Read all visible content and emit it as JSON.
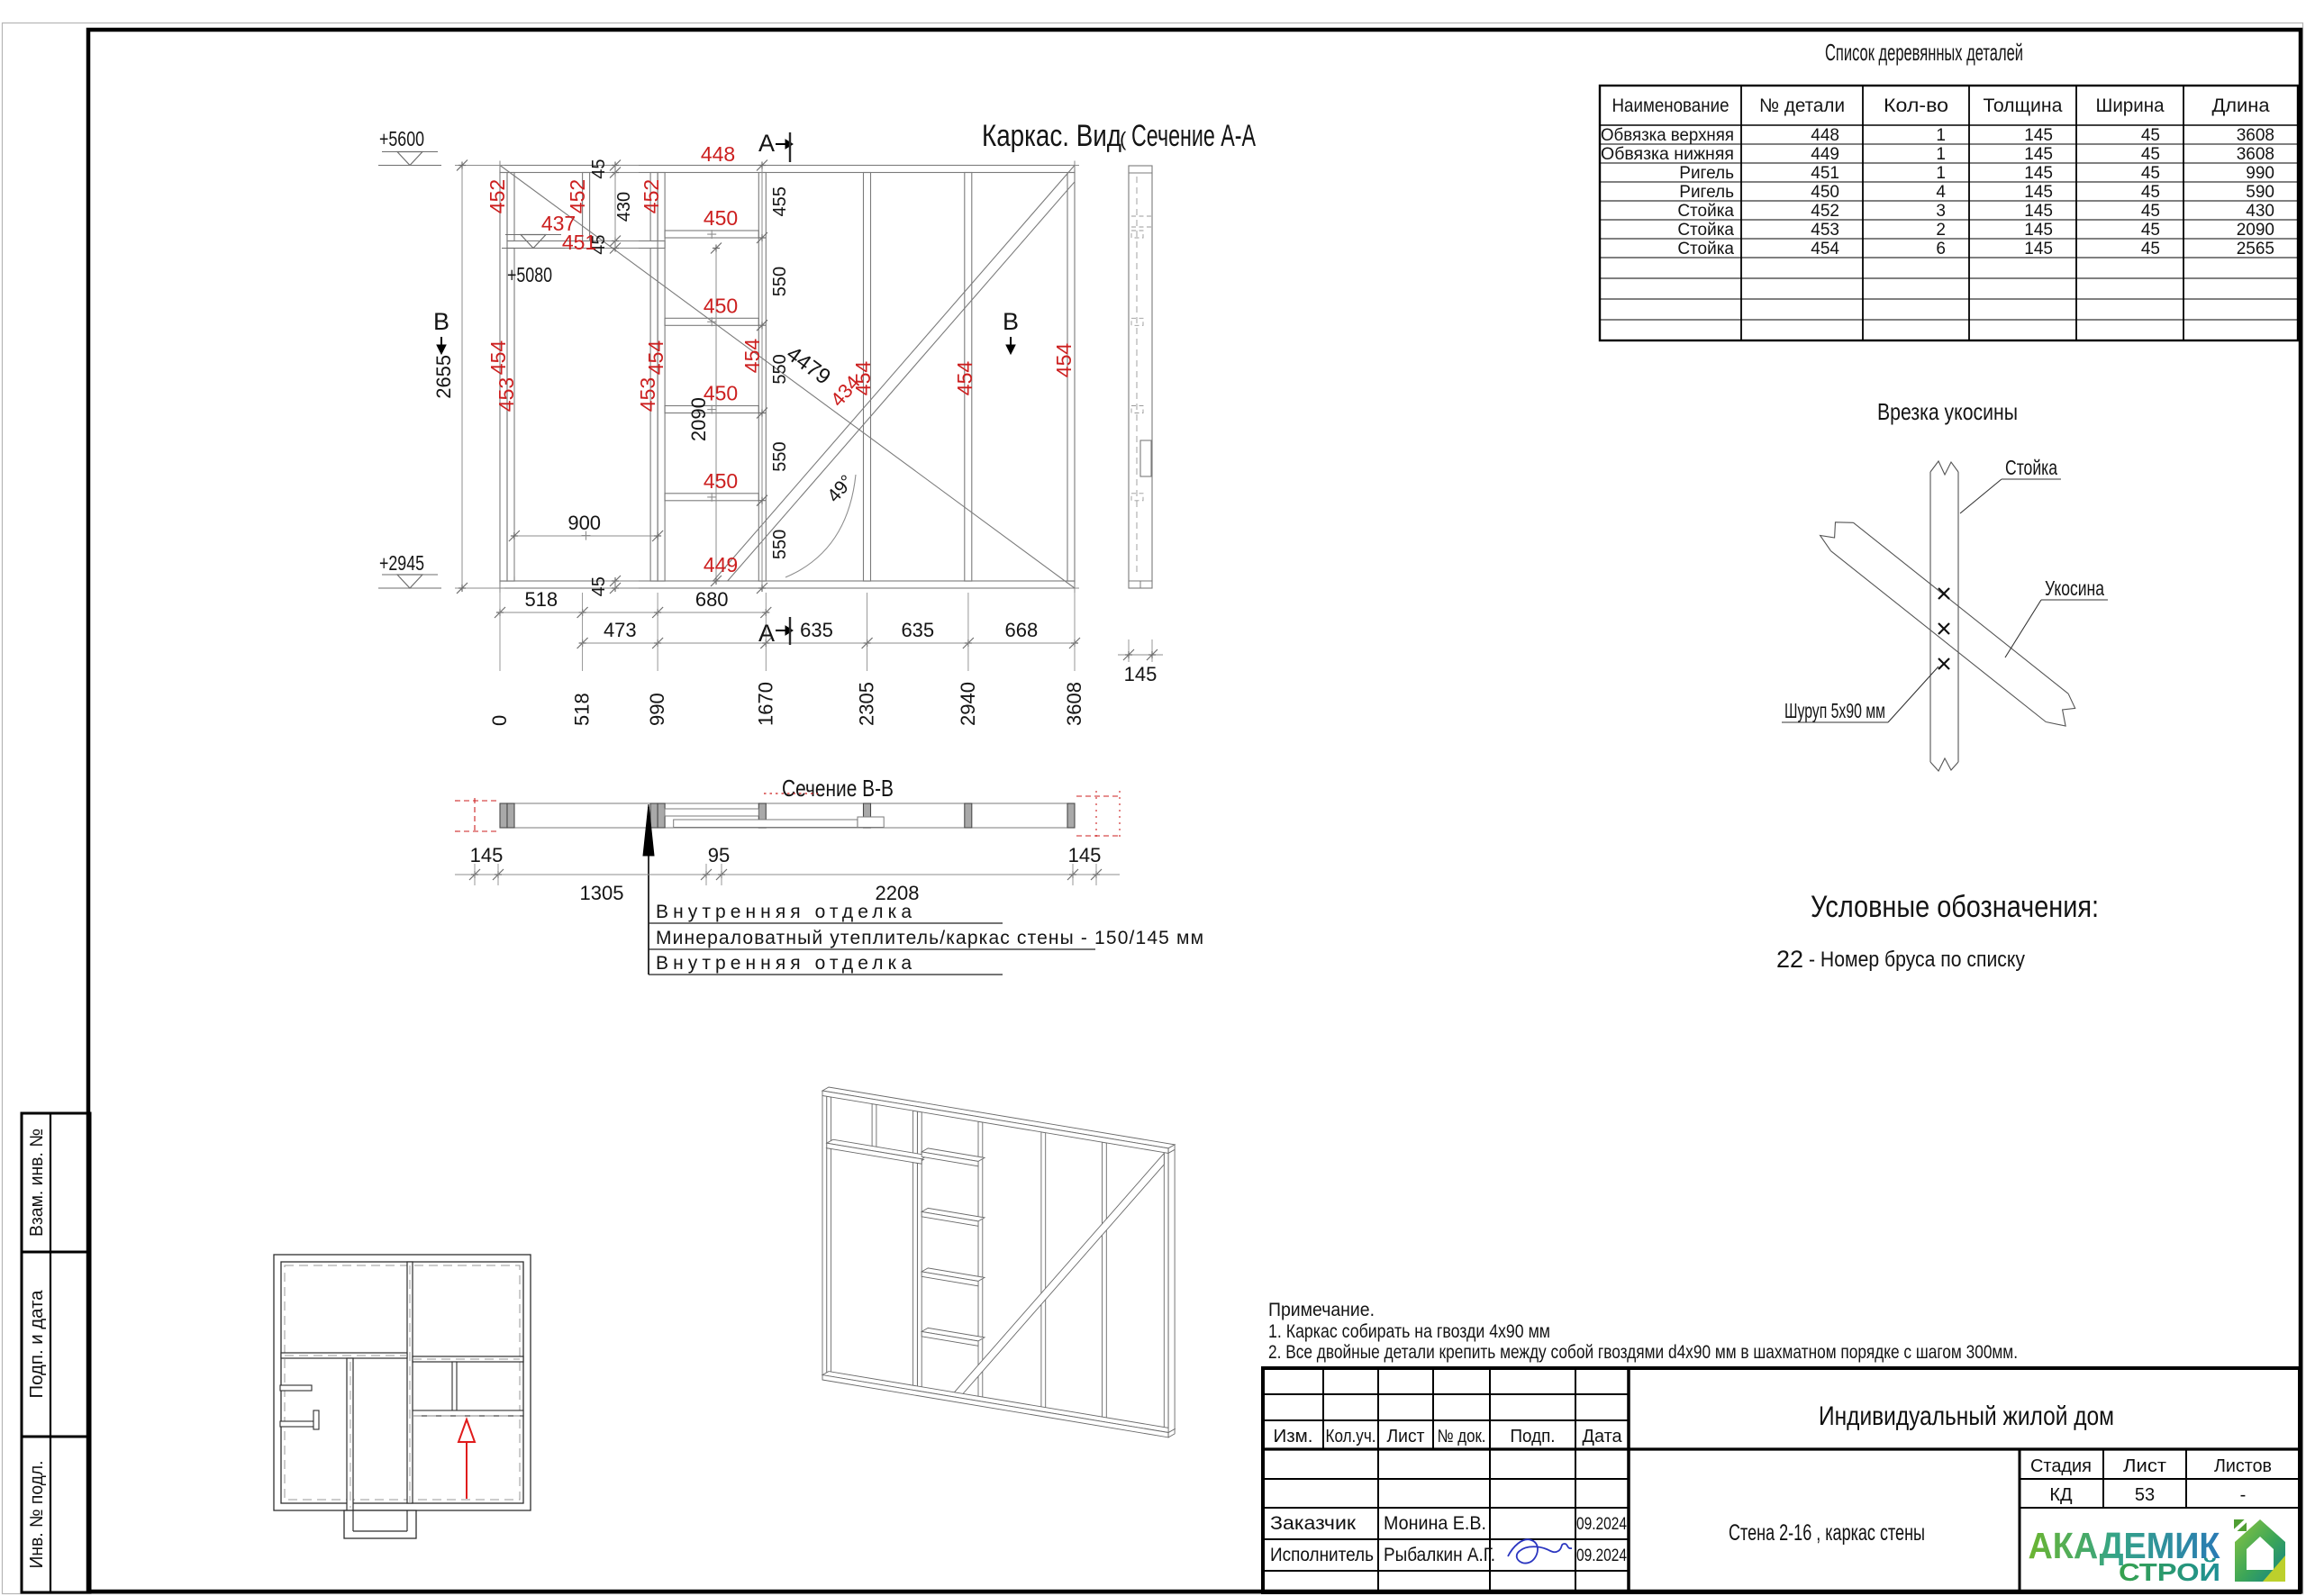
{
  "sheet": {
    "doc_type": "КД",
    "sheet_number": "53"
  },
  "frame_view": {
    "title": "Каркас. Вид",
    "title_artifact": "(",
    "elev_top": "+5600",
    "elev_mid": "+5080",
    "elev_bottom": "+2945",
    "dim_height": "2655",
    "dim_45": "45",
    "dim_430": "430",
    "dim_455": "455",
    "dim_550": "550",
    "dim_900": "900",
    "dim_2090": "2090",
    "dim_518": "518",
    "dim_680": "680",
    "dim_473": "473",
    "dim_635": "635",
    "dim_668": "668",
    "coords": [
      "0",
      "518",
      "990",
      "1670",
      "2305",
      "2940",
      "3608"
    ],
    "dim_diag": "4479",
    "angle": "49°",
    "p448": "448",
    "p449": "449",
    "p450": "450",
    "p451": "451",
    "p452": "452",
    "p453": "453",
    "p454": "454",
    "p437": "437",
    "p434": "434",
    "mark_a": "A",
    "mark_b": "B"
  },
  "section_aa": {
    "title": "Сечение А-А",
    "dim_145": "145"
  },
  "section_bb": {
    "title": "Сечение В-В",
    "dim_145": "145",
    "dim_1305": "1305",
    "dim_95": "95",
    "dim_2208": "2208",
    "leader1": "Внутренняя отделка",
    "leader2": "Минераловатный утеплитель/каркас стены -  150/145 мм",
    "leader3": "Внутренняя отделка"
  },
  "brace_detail": {
    "title": "Врезка укосины",
    "label_stud": "Стойка",
    "label_brace": "Укосина",
    "label_screw": "Шуруп 5х90 мм"
  },
  "legend": {
    "title": "Условные обозначения:",
    "num": "22",
    "text": "-  Номер  бруса по списку"
  },
  "notes": {
    "title": "Примечание.",
    "n1": "1. Каркас собирать на гвозди 4х90 мм",
    "n2": "2. Все двойные детали крепить между собой гвоздями d4х90 мм в шахматном порядке с шагом 300мм."
  },
  "parts_table": {
    "title": "Список деревянных деталей",
    "headers": [
      "Наименование",
      "№ детали",
      "Кол-во",
      "Толщина",
      "Ширина",
      "Длина"
    ],
    "rows": [
      [
        "Обвязка верхняя",
        "448",
        "1",
        "145",
        "45",
        "3608"
      ],
      [
        "Обвязка нижняя",
        "449",
        "1",
        "145",
        "45",
        "3608"
      ],
      [
        "Ригель",
        "451",
        "1",
        "145",
        "45",
        "990"
      ],
      [
        "Ригель",
        "450",
        "4",
        "145",
        "45",
        "590"
      ],
      [
        "Стойка",
        "452",
        "3",
        "145",
        "45",
        "430"
      ],
      [
        "Стойка",
        "453",
        "2",
        "145",
        "45",
        "2090"
      ],
      [
        "Стойка",
        "454",
        "6",
        "145",
        "45",
        "2565"
      ]
    ]
  },
  "title_block": {
    "c_izm": "Изм.",
    "c_kol": "Кол.уч.",
    "c_list": "Лист",
    "c_ndok": "№ док.",
    "c_podp": "Подп.",
    "c_data": "Дата",
    "customer_label": "Заказчик",
    "customer": "Монина Е.В.",
    "executor_label": "Исполнитель",
    "executor": "Рыбалкин А.Г.",
    "date1": "09.2024",
    "date2": "09.2024",
    "project": "Индивидуальный жилой дом",
    "sheet_title": "Стена 2-16 , каркас стены",
    "stage_label": "Стадия",
    "sheet_label": "Лист",
    "sheets_label": "Листов",
    "stage": "КД",
    "sheet": "53",
    "sheets": "-"
  },
  "side_stamp": {
    "l1": "Взам. инв. №",
    "l2": "Подп. и дата",
    "l3": "Инв. № подл."
  },
  "logo": {
    "top": "АКАДЕМИК",
    "bottom": "СТРОЙ",
    "color_green": "#6cb52f",
    "color_blue": "#2a7ab5",
    "color_teal": "#1d8f96"
  }
}
